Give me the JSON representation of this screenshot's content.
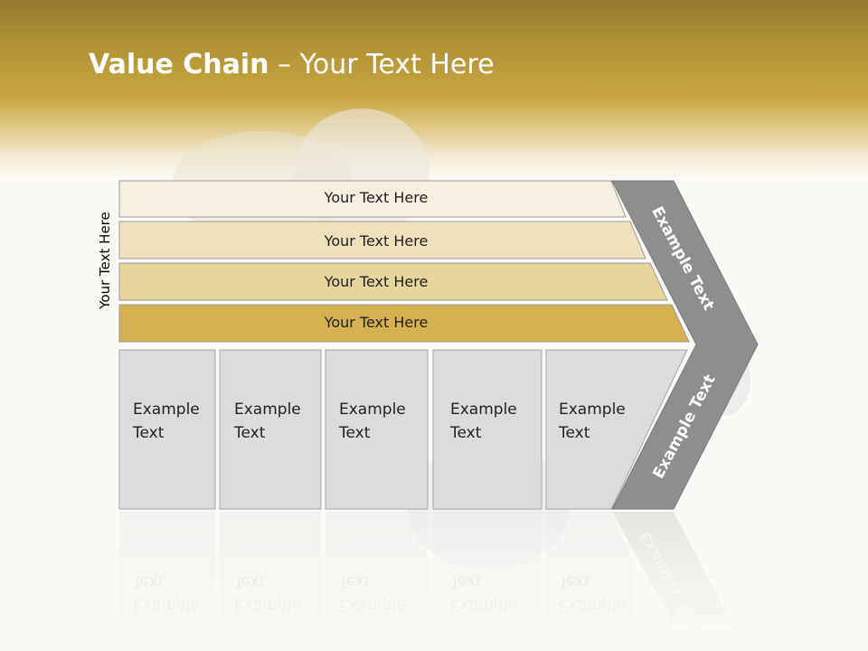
{
  "title": {
    "bold": "Value Chain",
    "rest": " – Your Text Here"
  },
  "side_label": "Your Text Here",
  "bands": [
    {
      "label": "Your Text Here",
      "color": "#f6efe0"
    },
    {
      "label": "Your Text Here",
      "color": "#efe1bd"
    },
    {
      "label": "Your Text Here",
      "color": "#e8d59e"
    },
    {
      "label": "Your Text Here",
      "color": "#d6b152"
    }
  ],
  "boxes": [
    {
      "line1": "Example",
      "line2": "Text"
    },
    {
      "line1": "Example",
      "line2": "Text"
    },
    {
      "line1": "Example",
      "line2": "Text"
    },
    {
      "line1": "Example",
      "line2": "Text"
    },
    {
      "line1": "Example",
      "line2": "Text"
    }
  ],
  "chevron": {
    "top_label": "Example Text",
    "bottom_label": "Example Text",
    "color": "#8e8e8e"
  },
  "colors": {
    "header": "#c6a445",
    "box_fill": "#dcdcdc",
    "box_border": "#a6a6a6"
  }
}
